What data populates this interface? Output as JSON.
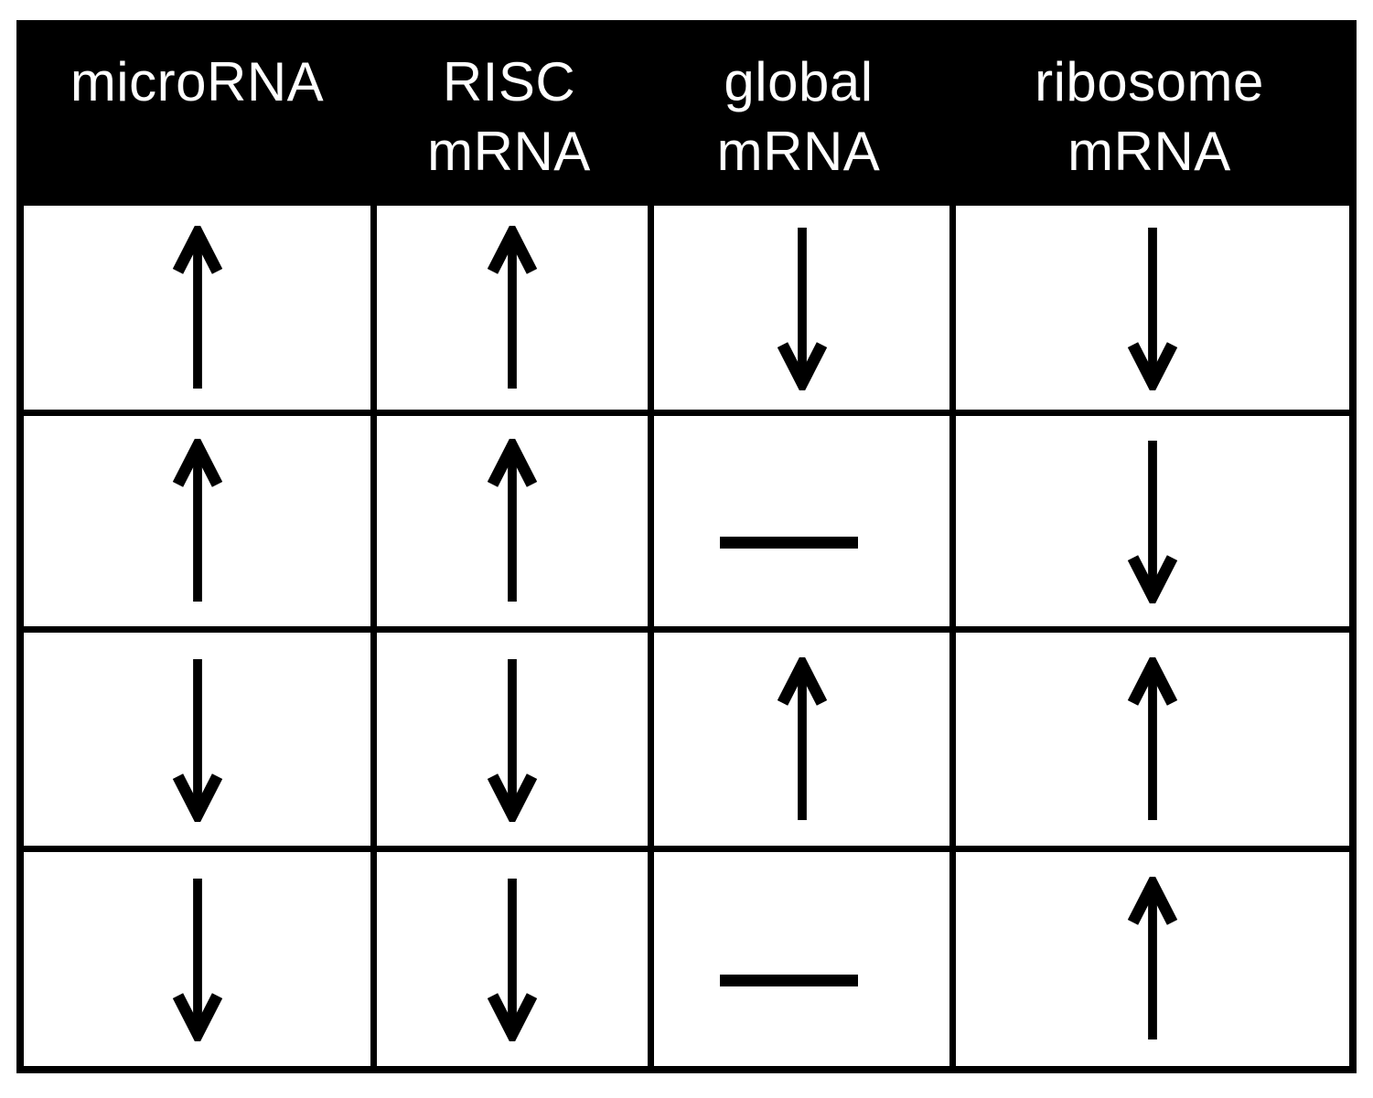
{
  "figure": {
    "background_color": "#ffffff",
    "line_color": "#000000",
    "header_background": "#000000",
    "header_text_color": "#ffffff"
  },
  "table": {
    "columns": [
      {
        "line1": "microRNA",
        "line2": ""
      },
      {
        "line1": "RISC",
        "line2": "mRNA"
      },
      {
        "line1": "global",
        "line2": "mRNA"
      },
      {
        "line1": "ribosome",
        "line2": "mRNA"
      }
    ],
    "rows": [
      {
        "cells": [
          "up",
          "up",
          "down",
          "down"
        ]
      },
      {
        "cells": [
          "up",
          "up",
          "no-change",
          "down"
        ]
      },
      {
        "cells": [
          "down",
          "down",
          "up",
          "up"
        ]
      },
      {
        "cells": [
          "down",
          "down",
          "no-change",
          "up"
        ]
      }
    ],
    "symbol_glyphs": {
      "up": "↑",
      "down": "↓",
      "no-change": "—"
    }
  }
}
